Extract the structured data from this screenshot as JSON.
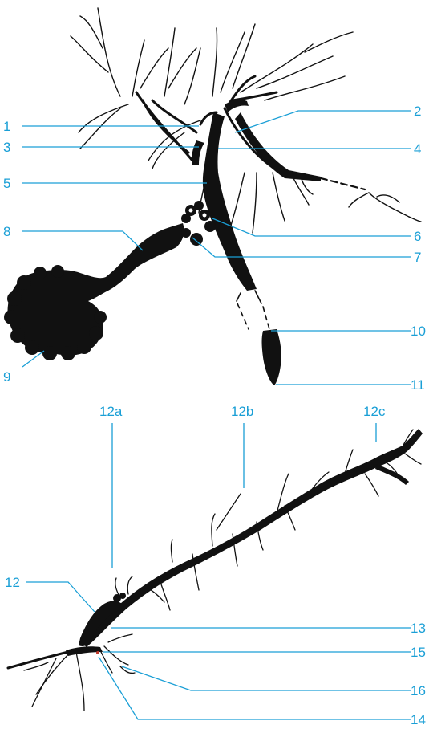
{
  "colors": {
    "leader": "#1a9fd6",
    "label": "#1a9fd6",
    "structure": "#111111",
    "background": "#ffffff"
  },
  "labels": {
    "l1": "1",
    "l2": "2",
    "l3": "3",
    "l4": "4",
    "l5": "5",
    "l6": "6",
    "l7": "7",
    "l8": "8",
    "l9": "9",
    "l10": "10",
    "l11": "11",
    "l12": "12",
    "l12a": "12a",
    "l12b": "12b",
    "l12c": "12c",
    "l13": "13",
    "l14": "14",
    "l15": "15",
    "l16": "16"
  }
}
